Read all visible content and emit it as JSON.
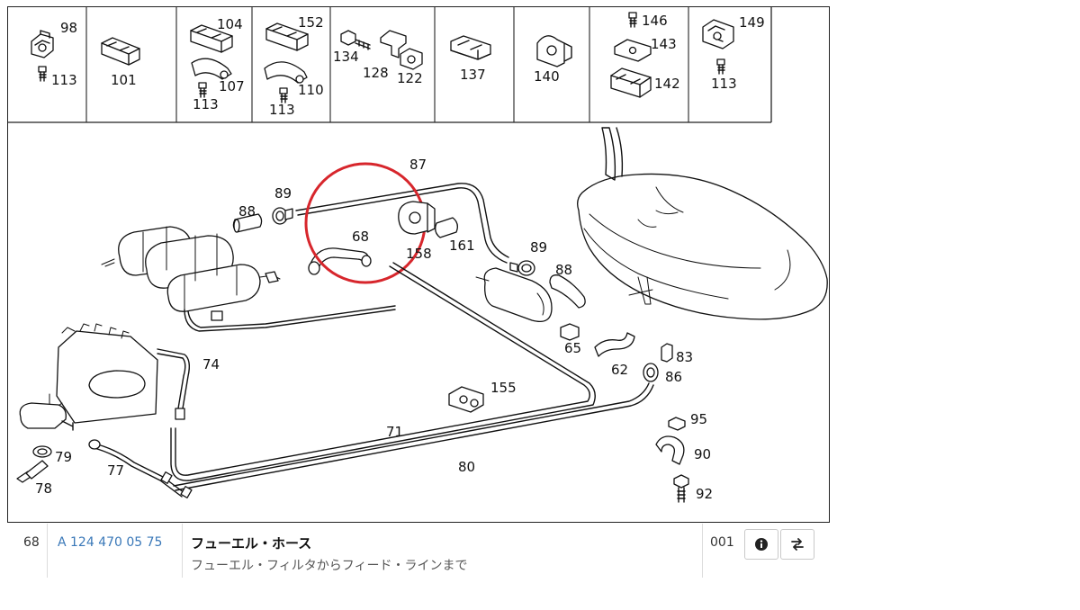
{
  "diagram": {
    "top_callouts": [
      "98",
      "113",
      "101",
      "104",
      "107",
      "113",
      "152",
      "110",
      "113",
      "134",
      "128",
      "122",
      "137",
      "140",
      "146",
      "143",
      "142",
      "149",
      "113"
    ],
    "main_callouts": [
      "87",
      "88",
      "89",
      "68",
      "158",
      "161",
      "89",
      "88",
      "65",
      "62",
      "83",
      "86",
      "74",
      "155",
      "71",
      "80",
      "95",
      "90",
      "92",
      "79",
      "77",
      "78"
    ],
    "highlight_color": "#d7262c"
  },
  "part_row": {
    "position": "68",
    "part_number": "A 124 470 05 75",
    "name": "フューエル・ホース",
    "description": "フューエル・フィルタからフィード・ラインまで",
    "quantity": "001",
    "info_icon": "info-circle-icon",
    "swap_icon": "swap-arrows-icon"
  }
}
